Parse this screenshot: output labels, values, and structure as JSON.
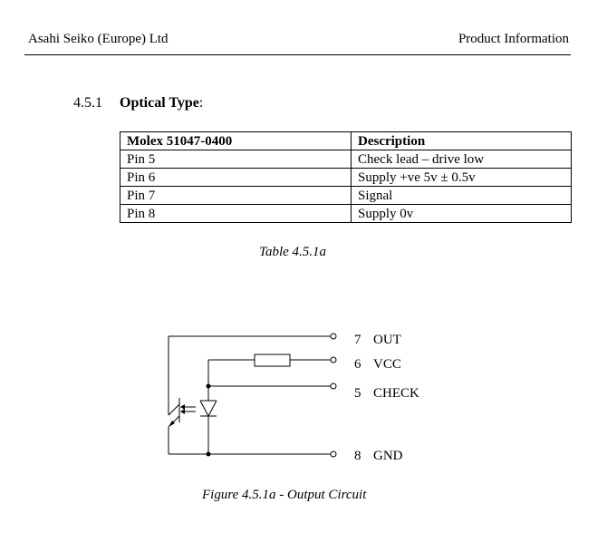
{
  "header": {
    "company": "Asahi Seiko (Europe) Ltd",
    "doc_type": "Product Information"
  },
  "section": {
    "number": "4.5.1",
    "title": "Optical Type",
    "suffix": ":"
  },
  "pin_table": {
    "headers": [
      "Molex 51047-0400",
      "Description"
    ],
    "rows": [
      [
        "Pin 5",
        "Check lead – drive low"
      ],
      [
        "Pin 6",
        "Supply  +ve 5v ± 0.5v"
      ],
      [
        "Pin 7",
        "Signal"
      ],
      [
        "Pin 8",
        "Supply   0v"
      ]
    ],
    "caption": "Table 4.5.1a"
  },
  "figure": {
    "terminals": [
      {
        "pin": "7",
        "label": "OUT"
      },
      {
        "pin": "6",
        "label": "VCC"
      },
      {
        "pin": "5",
        "label": "CHECK"
      },
      {
        "pin": "8",
        "label": "GND"
      }
    ],
    "caption": "Figure 4.5.1a - Output Circuit"
  }
}
